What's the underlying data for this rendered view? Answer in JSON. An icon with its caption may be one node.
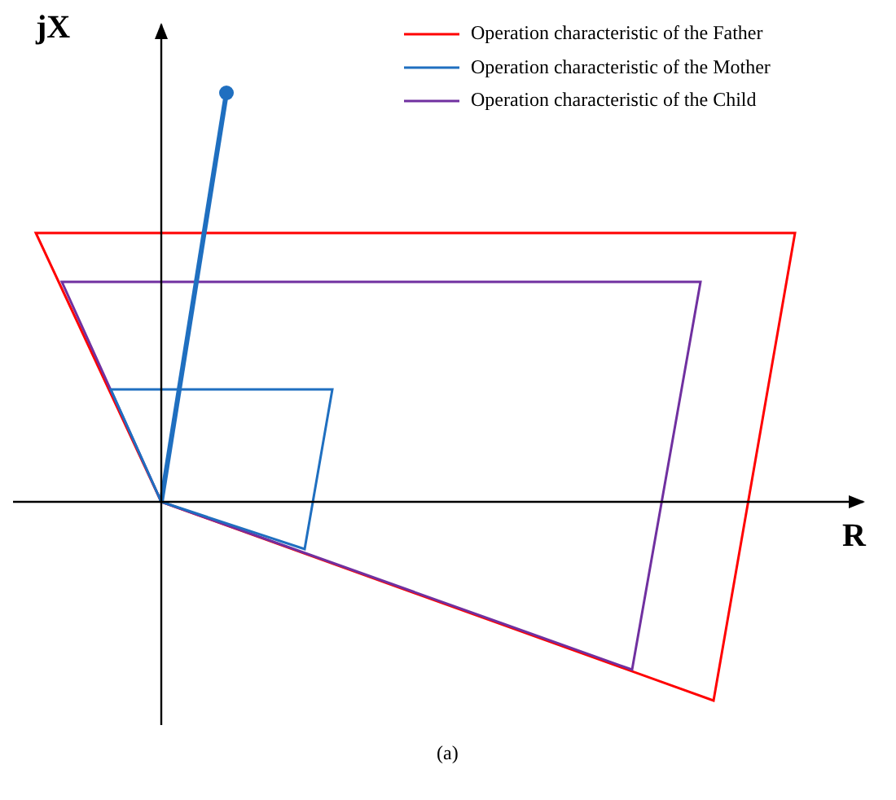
{
  "diagram": {
    "labels": [
      "jX",
      "R",
      "(a)"
    ],
    "legend": [
      {
        "text": "Operation characteristic of the Father"
      },
      {
        "text": "Operation characteristic of the Mother"
      },
      {
        "text": "Operation characteristic of the Child"
      }
    ]
  }
}
